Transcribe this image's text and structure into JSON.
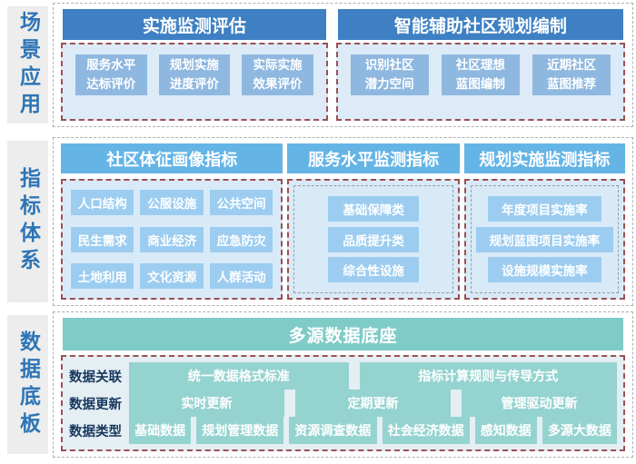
{
  "colors": {
    "top-header": "#3e80c3",
    "top-item": "#8fb8e0",
    "top-container": "#dcebf7",
    "mid-header": "#64b4e6",
    "mid-item": "#9ccdf0",
    "mid-container": "#d8eaf8",
    "bot-header": "#7fcbc7",
    "bot-item": "#95d3d0",
    "bot-container": "#e4eef3",
    "row-label": "#17375d",
    "sidebar-bg": "#ededed",
    "sidebar-text": "#2e75b6",
    "red-dash": "#9c5052",
    "gray-dash": "#b0b0b0"
  },
  "sidebar": {
    "scenario": "场景应用",
    "indicator": "指标体系",
    "database": "数据底板"
  },
  "scenario": {
    "groups": [
      {
        "title": "实施监测评估",
        "items": [
          {
            "l1": "服务水平",
            "l2": "达标评价"
          },
          {
            "l1": "规划实施",
            "l2": "进度评价"
          },
          {
            "l1": "实际实施",
            "l2": "效果评价"
          }
        ]
      },
      {
        "title": "智能辅助社区规划编制",
        "items": [
          {
            "l1": "识别社区",
            "l2": "潜力空间"
          },
          {
            "l1": "社区理想",
            "l2": "蓝图编制"
          },
          {
            "l1": "近期社区",
            "l2": "蓝图推荐"
          }
        ]
      }
    ]
  },
  "indicators": {
    "portrait": {
      "title": "社区体征画像指标",
      "items": [
        "人口结构",
        "公服设施",
        "公共空间",
        "民生需求",
        "商业经济",
        "应急防灾",
        "土地利用",
        "文化资源",
        "人群活动"
      ]
    },
    "service": {
      "title": "服务水平监测指标",
      "items": [
        "基础保障类",
        "品质提升类",
        "综合性设施"
      ]
    },
    "planning": {
      "title": "规划实施监测指标",
      "items": [
        "年度项目实施率",
        "规划蓝图项目实施率",
        "设施规模实施率"
      ]
    }
  },
  "database": {
    "title": "多源数据底座",
    "rows": [
      {
        "label": "数据关联",
        "items": [
          "统一数据格式标准",
          "指标计算规则与传导方式"
        ]
      },
      {
        "label": "数据更新",
        "items": [
          "实时更新",
          "定期更新",
          "管理驱动更新"
        ]
      },
      {
        "label": "数据类型",
        "items": [
          "基础数据",
          "规划管理数据",
          "资源调查数据",
          "社会经济数据",
          "感知数据",
          "多源大数据"
        ]
      }
    ]
  }
}
